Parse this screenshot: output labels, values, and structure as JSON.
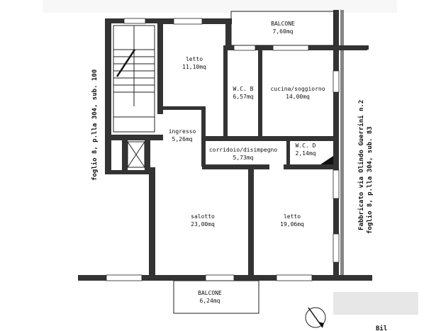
{
  "rooms": [
    {
      "id": "balcone-top",
      "name": "BALCONE",
      "area": "7,60mq"
    },
    {
      "id": "letto-small",
      "name": "letto",
      "area": "11,10mq"
    },
    {
      "id": "wc-b",
      "name": "W.C. B",
      "area": "6,57mq"
    },
    {
      "id": "cucina",
      "name": "cucina/soggiorno",
      "area": "14,00mq"
    },
    {
      "id": "ingresso",
      "name": "ingresso",
      "area": "5,26mq"
    },
    {
      "id": "corridoio",
      "name": "corridoio/disimpegno",
      "area": "5,73mq"
    },
    {
      "id": "wc-d",
      "name": "W.C. D",
      "area": "2,14mq"
    },
    {
      "id": "salotto",
      "name": "salotto",
      "area": "23,00mq"
    },
    {
      "id": "letto-large",
      "name": "letto",
      "area": "19,06mq"
    },
    {
      "id": "balcone-bottom",
      "name": "BALCONE",
      "area": "6,24mq"
    }
  ],
  "labels": {
    "left": "foglio 8, p.lla 304, sub. 100",
    "right_1": "Fabbricato via Olindo Guerrini n.2",
    "right_2": "foglio 8, p.lla 304, sub. 83",
    "corner_partial": "Bil"
  },
  "icons": {
    "compass": "north-arrow-icon"
  }
}
